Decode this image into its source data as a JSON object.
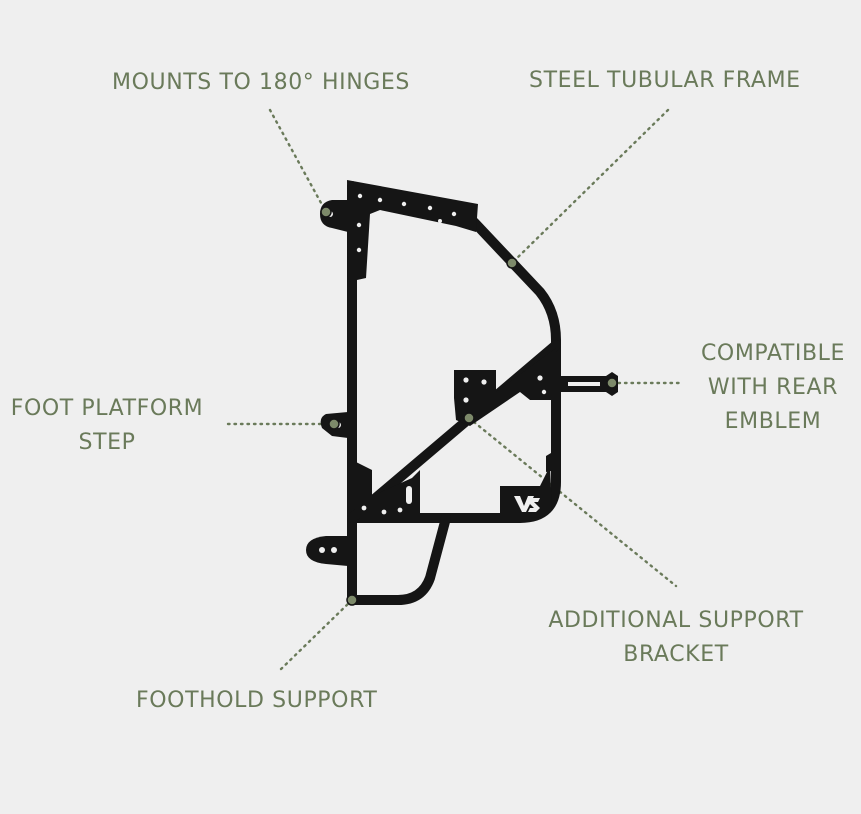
{
  "callouts": {
    "hinges": "MOUNTS TO 180° HINGES",
    "frame": "STEEL TUBULAR FRAME",
    "emblem": [
      "COMPATIBLE",
      "WITH REAR",
      "EMBLEM"
    ],
    "foot_step": [
      "FOOT PLATFORM",
      "STEP"
    ],
    "bracket": [
      "ADDITIONAL SUPPORT",
      "BRACKET"
    ],
    "foothold": "FOOTHOLD SUPPORT"
  },
  "logo_text": "VS",
  "colors": {
    "background": "#efefef",
    "label": "#6a7a5a",
    "frame": "#151515",
    "leader": "#6a7a5a",
    "marker": "#7d8a6a"
  }
}
